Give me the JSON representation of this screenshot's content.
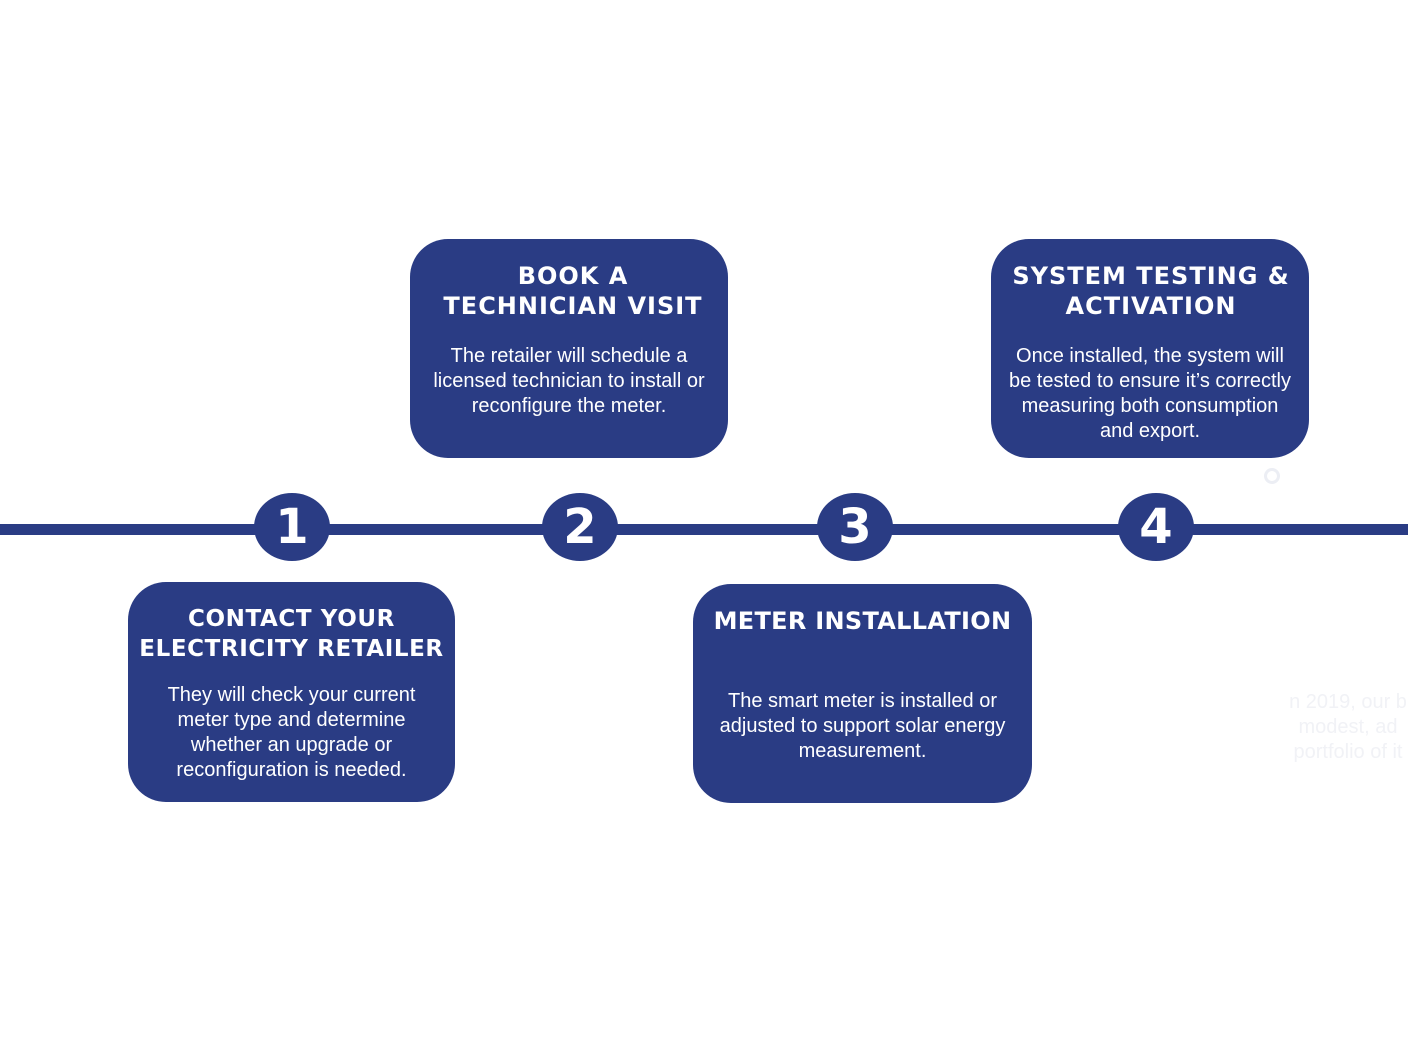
{
  "steps": [
    {
      "number": "1",
      "title": "CONTACT YOUR\nELECTRICITY RETAILER",
      "description": "They will check your current\nmeter type and determine\nwhether an upgrade or\nreconfiguration is needed."
    },
    {
      "number": "2",
      "title": "BOOK A\nTECHNICIAN VISIT",
      "description": "The retailer will schedule a\nlicensed technician to install or\nreconfigure the meter."
    },
    {
      "number": "3",
      "title": "METER INSTALLATION",
      "description": "The smart meter is installed or\nadjusted to support solar energy\nmeasurement."
    },
    {
      "number": "4",
      "title": "SYSTEM TESTING &\nACTIVATION",
      "description": "Once installed, the system will\nbe tested to ensure it’s correctly\nmeasuring both consumption\nand export."
    }
  ],
  "background_text": "n 2019, our b\nmodest, ad\nportfolio of it",
  "colors": {
    "primary": "#2a3c84",
    "text": "#ffffff",
    "background": "#ffffff"
  }
}
